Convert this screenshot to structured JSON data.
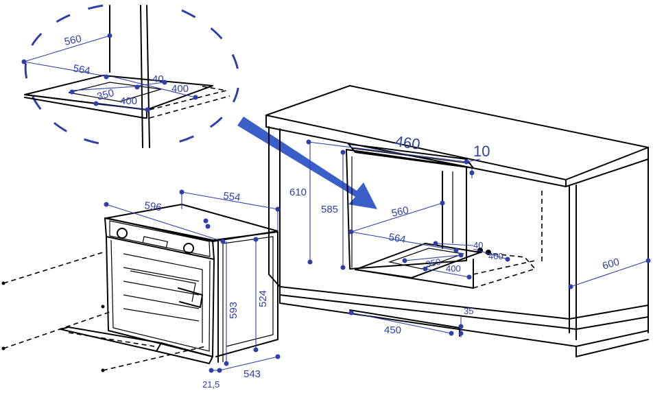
{
  "zoom_labels": {
    "depth_560": "560",
    "width_564": "564",
    "notch_40": "40",
    "notch_400_a": "400",
    "slot_350": "350",
    "slot_400": "400"
  },
  "cabinet_labels": {
    "width_460": "460",
    "gap_10": "10",
    "height_610": "610",
    "height_585": "585",
    "depth_560": "560",
    "width_564": "564",
    "notch_40": "40",
    "notch_400_a": "400",
    "slot_350": "350",
    "slot_400": "400",
    "depth_600": "600",
    "vent_450": "450",
    "vent_35": "35"
  },
  "oven_labels": {
    "width_596": "596",
    "depth_554": "554",
    "height_593": "593",
    "height_524": "524",
    "depth_543": "543",
    "frame_21_5": "21,5"
  },
  "colors": {
    "dimension": "#2f3ea8",
    "arrow": "#3a5fc8",
    "line": "#000000"
  }
}
